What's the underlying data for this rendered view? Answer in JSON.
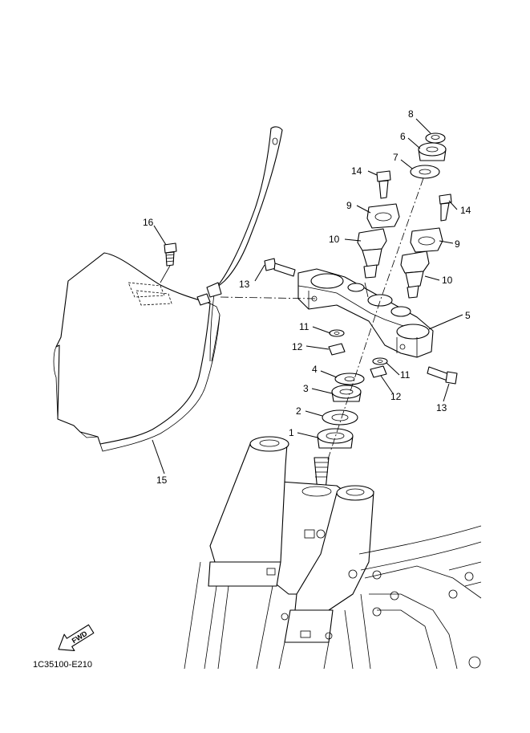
{
  "diagram": {
    "code": "1C35100-E210",
    "fwd_label": "FWD",
    "callouts": [
      {
        "id": "1",
        "label": "1"
      },
      {
        "id": "2",
        "label": "2"
      },
      {
        "id": "3",
        "label": "3"
      },
      {
        "id": "4",
        "label": "4"
      },
      {
        "id": "5",
        "label": "5"
      },
      {
        "id": "6",
        "label": "6"
      },
      {
        "id": "7",
        "label": "7"
      },
      {
        "id": "8",
        "label": "8"
      },
      {
        "id": "9a",
        "label": "9"
      },
      {
        "id": "9b",
        "label": "9"
      },
      {
        "id": "10a",
        "label": "10"
      },
      {
        "id": "10b",
        "label": "10"
      },
      {
        "id": "11a",
        "label": "11"
      },
      {
        "id": "11b",
        "label": "11"
      },
      {
        "id": "12a",
        "label": "12"
      },
      {
        "id": "12b",
        "label": "12"
      },
      {
        "id": "13a",
        "label": "13"
      },
      {
        "id": "13b",
        "label": "13"
      },
      {
        "id": "14a",
        "label": "14"
      },
      {
        "id": "14b",
        "label": "14"
      },
      {
        "id": "15",
        "label": "15"
      },
      {
        "id": "16",
        "label": "16"
      }
    ]
  }
}
